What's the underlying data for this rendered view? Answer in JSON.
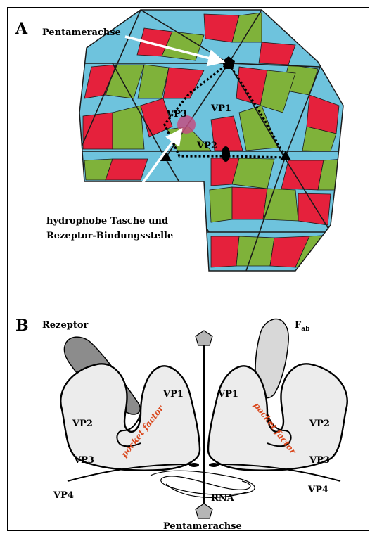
{
  "figure": {
    "panel_a": {
      "letter": "A",
      "axis_label": "Pentamerachse",
      "vp1": "VP1",
      "vp2": "VP2",
      "vp3": "VP3",
      "pocket_label_line1": "hydrophobe Tasche und",
      "pocket_label_line2": "Rezeptor-Bindungsstelle",
      "colors": {
        "vp1": "#6ec3dd",
        "vp2": "#7fb23a",
        "vp3": "#e5213c",
        "edge": "#1a1a1a"
      }
    },
    "panel_b": {
      "letter": "B",
      "receptor": "Rezeptor",
      "fab_main": "F",
      "fab_sub": "ab",
      "left_vp1": "VP1",
      "left_vp2": "VP2",
      "left_vp3": "VP3",
      "left_vp4": "VP4",
      "right_vp1": "VP1",
      "right_vp2": "VP2",
      "right_vp3": "VP3",
      "right_vp4": "VP4",
      "pocket_factor_left": "pocket factor",
      "pocket_factor_right": "pocket factor",
      "rna": "RNA",
      "axis_label": "Pentamerachse"
    }
  }
}
